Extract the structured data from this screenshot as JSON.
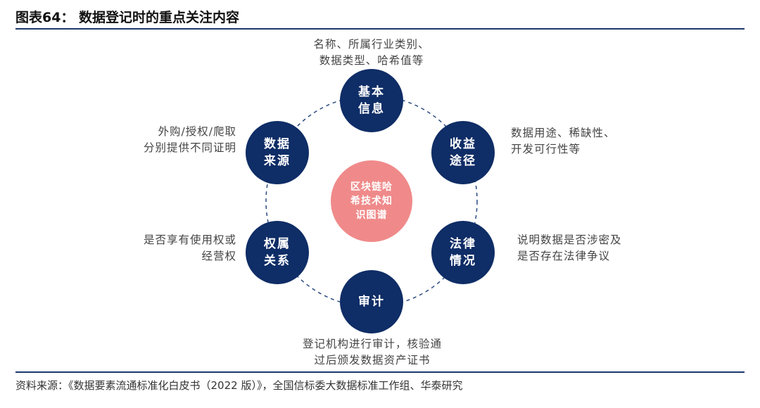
{
  "figure": {
    "title": "图表64：  数据登记时的重点关注内容",
    "source": "资料来源：《数据要素流通标准化白皮书（2022 版）》，全国信标委大数据标准工作组、华泰研究"
  },
  "center": {
    "label": "区块链哈希技术知识图谱",
    "color": "#f08a8a"
  },
  "nodes": [
    {
      "id": "basic",
      "label": "基本信息",
      "description": "名称、所属行业类别、\n数据类型、哈希值等"
    },
    {
      "id": "revenue",
      "label": "收益途径",
      "description": "数据用途、稀缺性、\n开发可行性等"
    },
    {
      "id": "legal",
      "label": "法律情况",
      "description": "说明数据是否涉密及\n是否存在法律争议"
    },
    {
      "id": "audit",
      "label": "审计",
      "description": "登记机构进行审计，核验通\n过后颁发数据资产证书"
    },
    {
      "id": "ownership",
      "label": "权属关系",
      "description": "是否享有使用权或\n经营权"
    },
    {
      "id": "source",
      "label": "数据来源",
      "description": "外购/授权/爬取\n分别提供不同证明"
    }
  ],
  "colors": {
    "node": "#0f2d66",
    "rule": "#1a3a6e",
    "ring": "#2a4a80"
  }
}
